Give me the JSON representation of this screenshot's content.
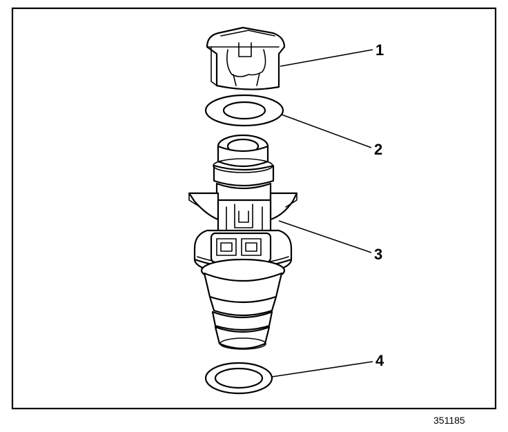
{
  "diagram": {
    "figure_id": "351185",
    "callouts": [
      {
        "number": "1",
        "part": "retainer-clip"
      },
      {
        "number": "2",
        "part": "upper-o-ring"
      },
      {
        "number": "3",
        "part": "fuel-injector"
      },
      {
        "number": "4",
        "part": "lower-o-ring"
      }
    ]
  }
}
